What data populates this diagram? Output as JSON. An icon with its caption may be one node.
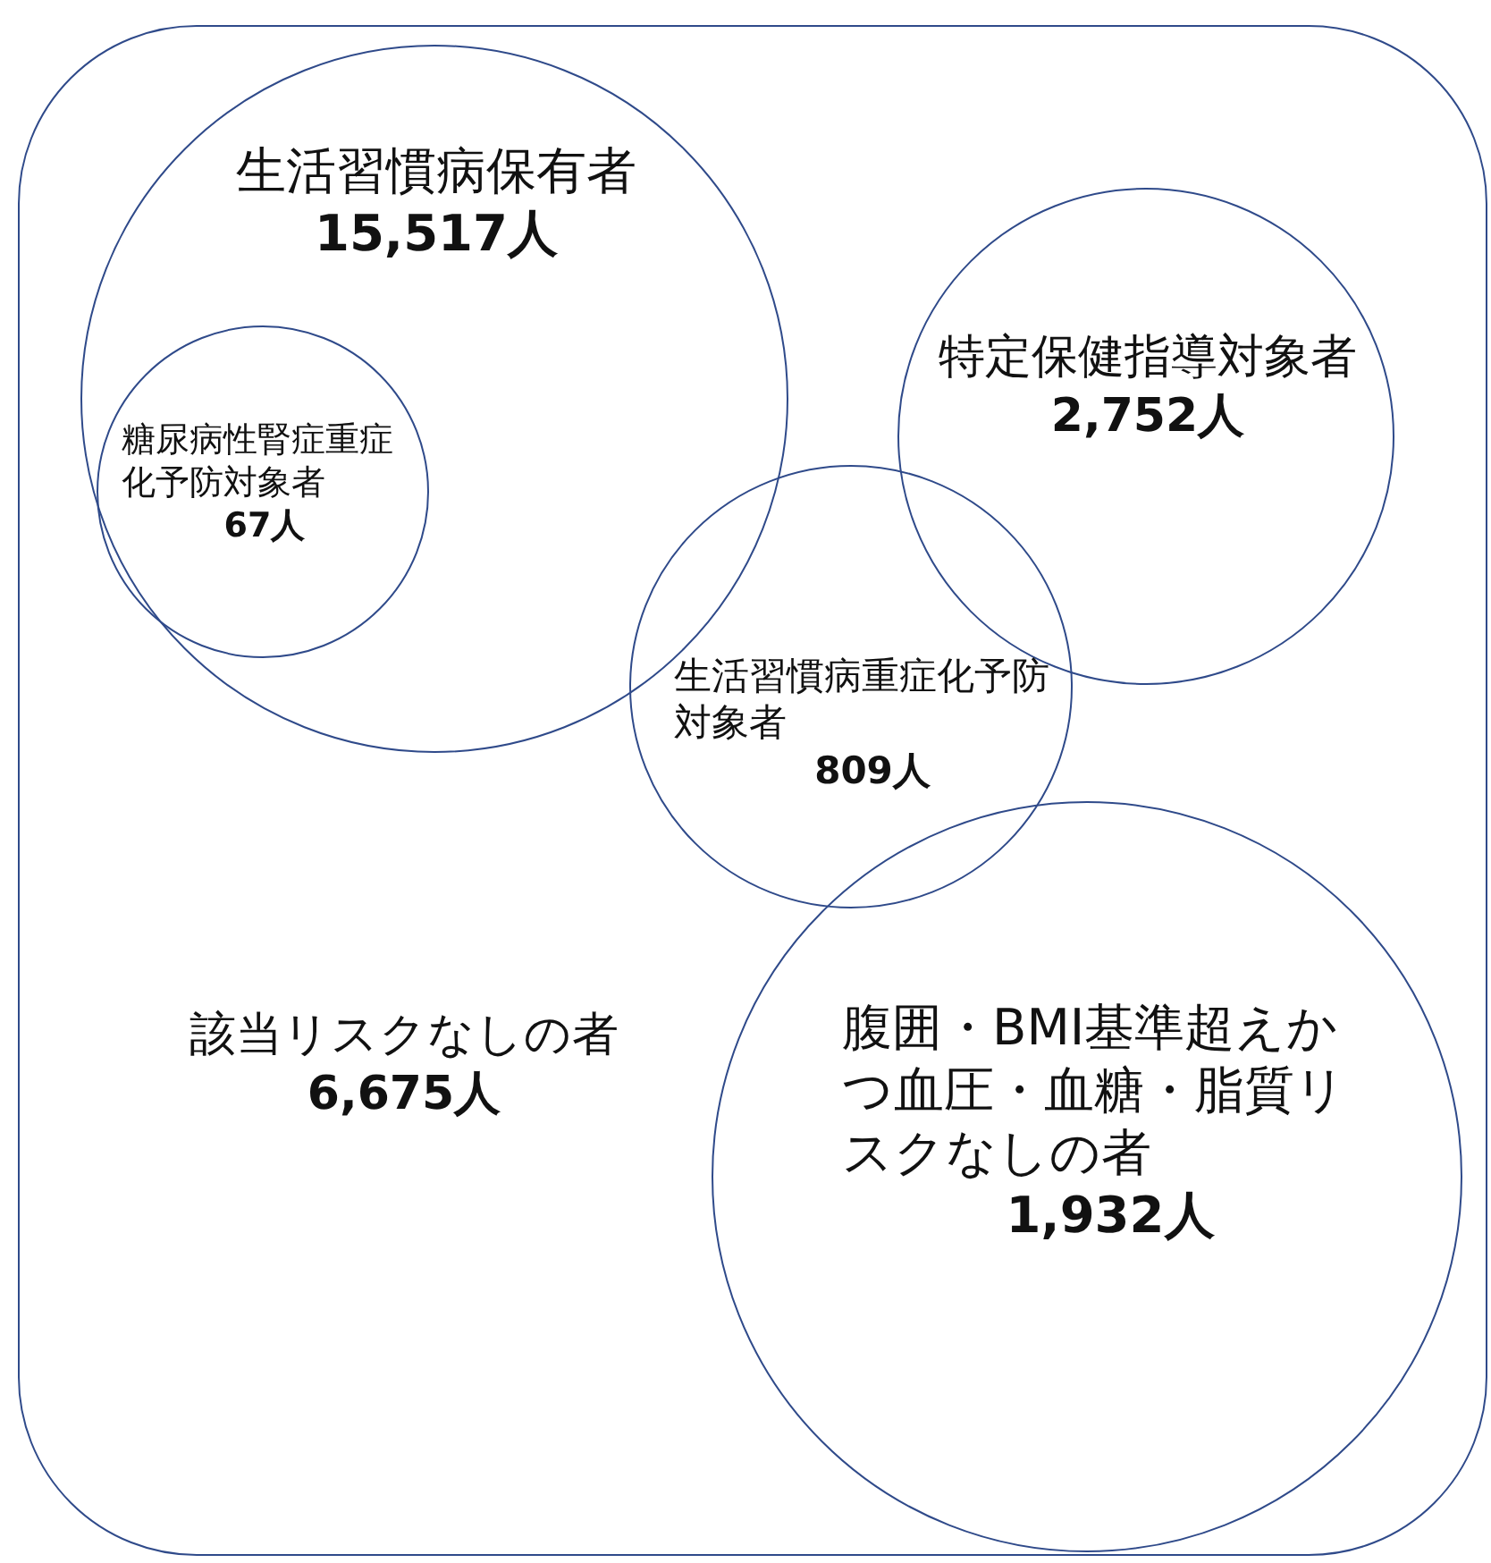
{
  "diagram": {
    "nodes": [
      {
        "text": [
          "該当リスクなしの者",
          "6,675人"
        ]
      },
      {
        "text": [
          "生活習慣病保有者",
          "15,517人"
        ],
        "in": 0
      },
      {
        "text": [
          "糖尿病性腎症重症化予防対象者",
          "67人"
        ],
        "in": 1
      },
      {
        "text": [
          "特定保健指導対象者",
          "2,752人"
        ],
        "in": 0
      },
      {
        "text": [
          "生活習慣病重症化予防対象者",
          "809人"
        ],
        "in": 0
      },
      {
        "text": [
          "腹囲・BMI基準超えかつ血圧・血糖・脂質リスクなしの者",
          "1,932人"
        ],
        "in": 0
      }
    ]
  }
}
